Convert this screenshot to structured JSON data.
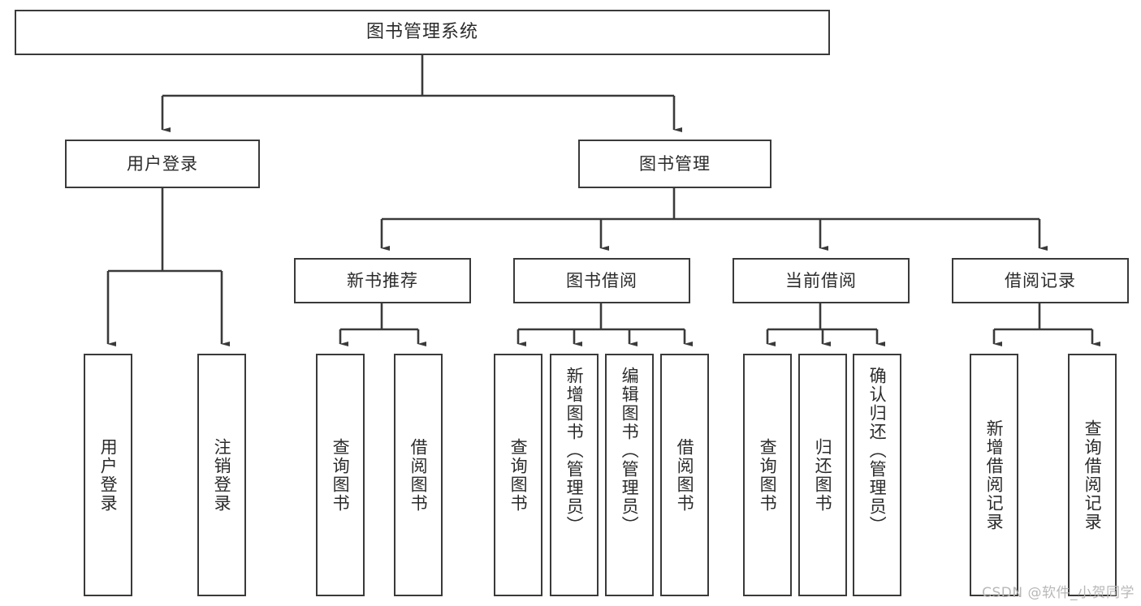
{
  "diagram": {
    "title": "图书管理系统",
    "watermark": "CSDN @软件_小贺同学",
    "colors": {
      "box_border": "#3a3a3a",
      "box_fill": "#ffffff",
      "line": "#3a3a3a",
      "text": "#2b2b2b",
      "watermark": "#b8b8b8",
      "background": "#ffffff"
    },
    "root": {
      "label": "图书管理系统"
    },
    "level2": [
      {
        "label": "用户登录"
      },
      {
        "label": "图书管理"
      }
    ],
    "level3": [
      {
        "label": "新书推荐"
      },
      {
        "label": "图书借阅"
      },
      {
        "label": "当前借阅"
      },
      {
        "label": "借阅记录"
      }
    ],
    "leaves": {
      "user_login": [
        {
          "label": "用户登录"
        },
        {
          "label": "注销登录"
        }
      ],
      "new_book": [
        {
          "label": "查询图书"
        },
        {
          "label": "借阅图书"
        }
      ],
      "book_borrow": [
        {
          "label": "查询图书"
        },
        {
          "label": "新增图书（管理员）"
        },
        {
          "label": "编辑图书（管理员）"
        },
        {
          "label": "借阅图书"
        }
      ],
      "current_borrow": [
        {
          "label": "查询图书"
        },
        {
          "label": "归还图书"
        },
        {
          "label": "确认归还（管理员）"
        }
      ],
      "borrow_record": [
        {
          "label": "新增借阅记录"
        },
        {
          "label": "查询借阅记录"
        }
      ]
    }
  }
}
